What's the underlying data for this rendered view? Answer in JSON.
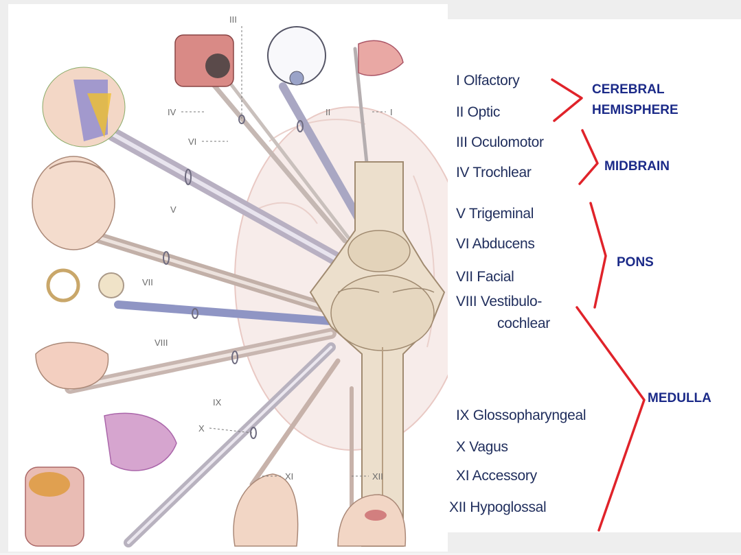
{
  "nerves": [
    {
      "numeral": "I",
      "label": "I Olfactory"
    },
    {
      "numeral": "II",
      "label": "II Optic"
    },
    {
      "numeral": "III",
      "label": "III Oculomotor"
    },
    {
      "numeral": "IV",
      "label": "IV Trochlear"
    },
    {
      "numeral": "V",
      "label": "V Trigeminal"
    },
    {
      "numeral": "VI",
      "label": "VI Abducens"
    },
    {
      "numeral": "VII",
      "label": "VII Facial"
    },
    {
      "numeral": "VIII",
      "label": "VIII Vestibulo-",
      "label_line2": "cochlear"
    },
    {
      "numeral": "IX",
      "label": "IX Glossopharyngeal"
    },
    {
      "numeral": "X",
      "label": "X Vagus"
    },
    {
      "numeral": "XI",
      "label": "XI Accessory"
    },
    {
      "numeral": "XII",
      "label": "XII Hypoglossal"
    }
  ],
  "regions": {
    "cerebral_line1": "CEREBRAL",
    "cerebral_line2": "HEMISPHERE",
    "midbrain": "MIDBRAIN",
    "pons": "PONS",
    "medulla": "MEDULLA"
  },
  "colors": {
    "bracket": "#e0232a",
    "region_text": "#1b2a88",
    "nerve_text": "#1f2d5c",
    "nerve_fiber": "#b7aeb9",
    "brainstem": "#e8dcc9"
  }
}
